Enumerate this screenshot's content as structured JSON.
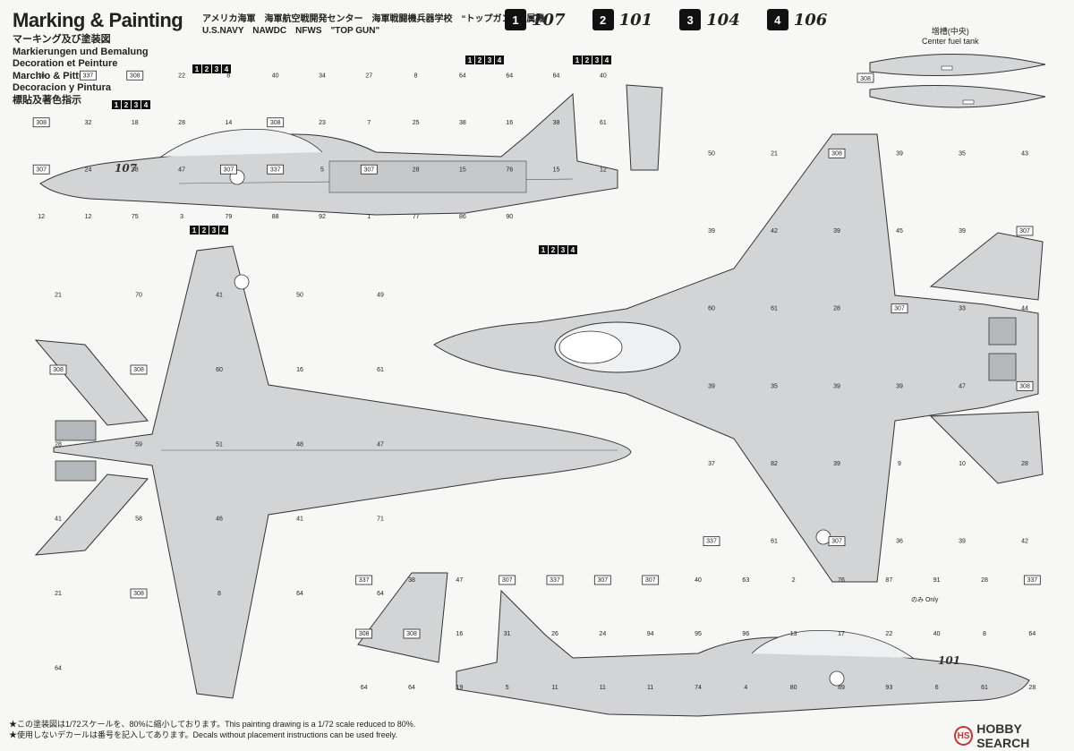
{
  "heading": {
    "title": "Marking & Painting",
    "subtitles": [
      "マーキング及び塗装図",
      "Markierungen und Bemalung",
      "Decoration et Peinture",
      "Marchio & Pittura",
      "Decoracion y Pintura",
      "標貼及著色指示"
    ],
    "jp_line": "アメリカ海軍　海軍航空戦開発センター　海軍戦闘機兵器学校　“トップガン” 所属機",
    "en_line": "U.S.NAVY　NAWDC　NFWS　\"TOP GUN\""
  },
  "variants": [
    {
      "num": "1",
      "code": "107"
    },
    {
      "num": "2",
      "code": "101"
    },
    {
      "num": "3",
      "code": "104"
    },
    {
      "num": "4",
      "code": "106"
    }
  ],
  "tank": {
    "jp": "増槽(中央)",
    "en": "Center fuel tank"
  },
  "colors": {
    "fs": "308",
    "fs2": "307",
    "fs3": "337",
    "stroke": "#333333",
    "fill": "#cfd2d4",
    "fill_light": "#e3e5e6"
  },
  "callouts": {
    "side_top": [
      "28",
      "337",
      "308",
      "22",
      "8",
      "40",
      "34",
      "27",
      "8",
      "64",
      "64",
      "64",
      "40",
      "308",
      "32",
      "18",
      "28",
      "14",
      "308",
      "23",
      "7",
      "25",
      "38",
      "16",
      "38",
      "61",
      "307",
      "24",
      "38",
      "47",
      "307",
      "337",
      "5",
      "307",
      "28",
      "15",
      "76",
      "15",
      "12",
      "12",
      "12",
      "75",
      "3",
      "79",
      "88",
      "92",
      "1",
      "77",
      "86",
      "90"
    ],
    "side_top_chip_sets": [
      "1234",
      "1234",
      "1234",
      "1234",
      "1234",
      "1234"
    ],
    "bottom_view": [
      "21",
      "70",
      "41",
      "50",
      "49",
      "308",
      "308",
      "60",
      "16",
      "61",
      "28",
      "59",
      "51",
      "48",
      "47",
      "41",
      "58",
      "46",
      "41",
      "71",
      "21",
      "308",
      "8",
      "64",
      "64",
      "64"
    ],
    "top_view": [
      "50",
      "21",
      "308",
      "39",
      "35",
      "43",
      "39",
      "42",
      "39",
      "45",
      "39",
      "307",
      "60",
      "61",
      "28",
      "307",
      "33",
      "44",
      "39",
      "35",
      "39",
      "39",
      "47",
      "308",
      "37",
      "82",
      "39",
      "9",
      "10",
      "28",
      "337",
      "61",
      "307",
      "36",
      "39",
      "42"
    ],
    "side_bottom": [
      "337",
      "38",
      "47",
      "307",
      "337",
      "307",
      "307",
      "40",
      "63",
      "2",
      "76",
      "87",
      "91",
      "28",
      "337",
      "308",
      "308",
      "16",
      "31",
      "26",
      "24",
      "94",
      "95",
      "96",
      "13",
      "17",
      "22",
      "40",
      "8",
      "64",
      "64",
      "64",
      "19",
      "5",
      "11",
      "11",
      "11",
      "74",
      "4",
      "80",
      "89",
      "93",
      "6",
      "61",
      "28"
    ]
  },
  "tank_callout": "308",
  "misc": {
    "only_note": "のみ Only"
  },
  "footnotes": [
    "★この塗装図は1/72スケールを、80%に縮小しております。This painting drawing is a 1/72 scale reduced to 80%.",
    "★使用しないデカールは番号を記入してあります。Decals without placement instructions can be used freely."
  ],
  "watermark": "HOBBY SEARCH"
}
